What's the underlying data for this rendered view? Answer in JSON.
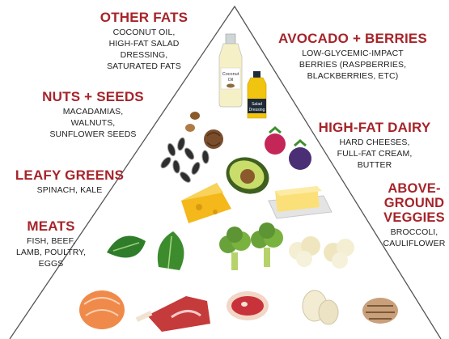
{
  "sections": {
    "other_fats": {
      "title": "OTHER FATS",
      "items": "COCONUT OIL,\nHIGH-FAT SALAD DRESSING,\nSATURATED FATS"
    },
    "avocado": {
      "title": "AVOCADO + BERRIES",
      "items": "LOW-GLYCEMIC-IMPACT\nBERRIES (RASPBERRIES,\nBLACKBERRIES, ETC)"
    },
    "nuts": {
      "title": "NUTS + SEEDS",
      "items": "MACADAMIAS,\nWALNUTS,\nSUNFLOWER SEEDS"
    },
    "dairy": {
      "title": "HIGH-FAT DAIRY",
      "items": "HARD CHEESES,\nFULL-FAT CREAM,\nBUTTER"
    },
    "leafy": {
      "title": "LEAFY GREENS",
      "items": "SPINACH, KALE"
    },
    "veggies": {
      "title": "ABOVE-\nGROUND\nVEGGIES",
      "items": "BROCCOLI,\nCAULIFLOWER"
    },
    "meats": {
      "title": "MEATS",
      "items": "FISH, BEEF,\nLAMB, POULTRY,\nEGGS"
    }
  },
  "bottle_labels": {
    "oil": "Coconut\nOil",
    "dressing": "Salad\nDressing"
  },
  "colors": {
    "title_red": "#a6242a",
    "pyramid_outline": "#444444"
  }
}
